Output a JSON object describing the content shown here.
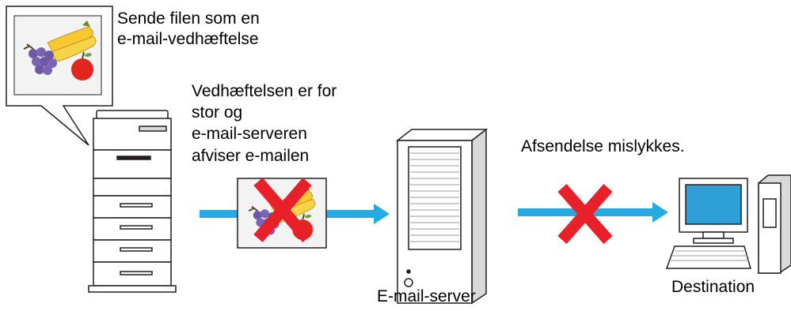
{
  "captions": {
    "send_line1": "Sende filen som en",
    "send_line2": "e-mail-vedhæftelse",
    "reject_line1": "Vedhæftelsen er for",
    "reject_line2": "stor og",
    "reject_line3": "e-mail-serveren",
    "reject_line4": "afviser e-mailen",
    "failed": "Afsendelse mislykkes.",
    "server_label": "E-mail-server",
    "destination_label": "Destination"
  },
  "icons": {
    "printer": "multifunction-printer-icon",
    "server": "email-server-tower-icon",
    "computer": "desktop-computer-icon",
    "attachment": "fruit-image-attachment-icon",
    "error": "red-x-cross-icon",
    "arrow": "blue-arrow-icon"
  },
  "colors": {
    "arrow": "#27AAE1",
    "error_cross": "#E8202A",
    "outline": "#231F20"
  }
}
